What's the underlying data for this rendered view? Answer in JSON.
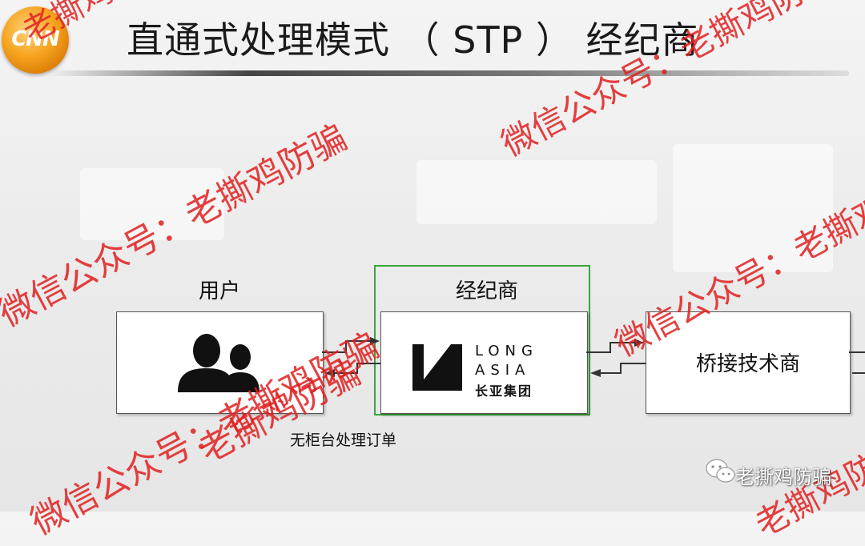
{
  "title": "直通式处理模式 （ STP ） 经纪商",
  "logo": {
    "text": "CNN"
  },
  "diagram": {
    "user": {
      "label": "用户",
      "icon": "users-silhouette-icon"
    },
    "broker": {
      "label": "经纪商",
      "brand_line1": "LONG",
      "brand_line2": "ASIA",
      "brand_cn": "长亚集团",
      "frame_color": "#3aa63a"
    },
    "bridge": {
      "label": "桥接技术商"
    },
    "caption": "无柜台处理订单"
  },
  "watermarks": {
    "full": "微信公众号：老撕鸡防骗",
    "short": "老撕鸡防骗",
    "color": "#e11e1e"
  },
  "footer": {
    "icon": "wechat-icon",
    "label": "老撕鸡防骗"
  }
}
